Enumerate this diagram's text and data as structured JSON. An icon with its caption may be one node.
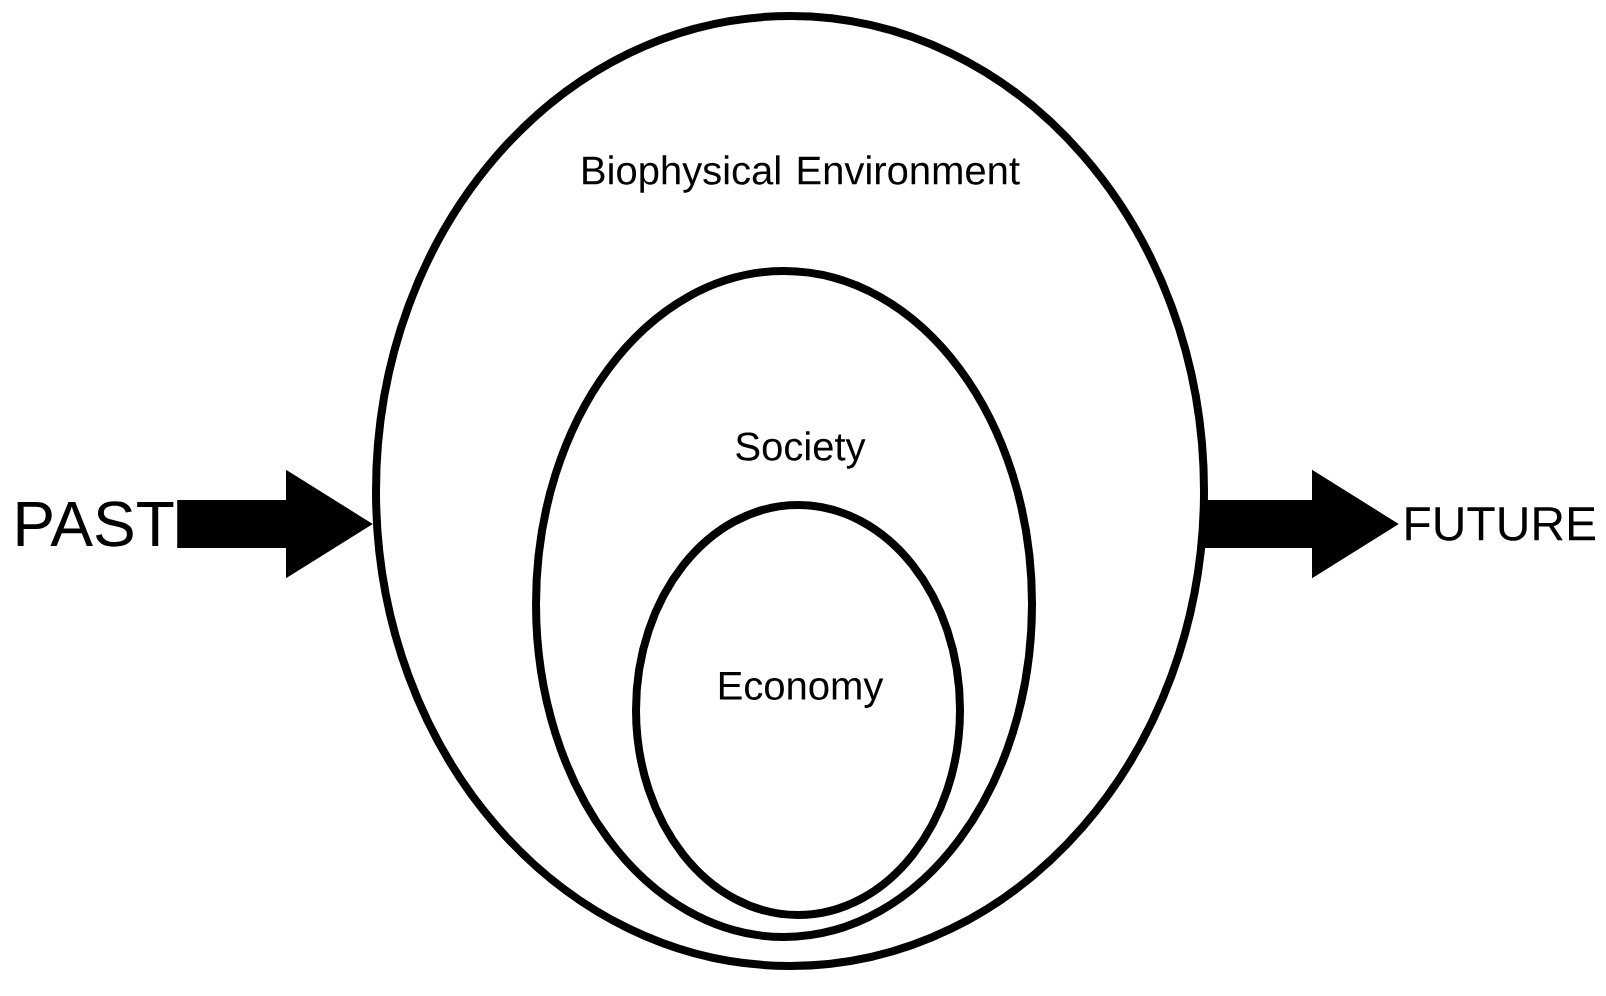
{
  "diagram": {
    "nodes": [
      {
        "text": [
          "PAST"
        ]
      },
      {
        "text": [
          "Biophysical Environment"
        ]
      },
      {
        "text": [
          "Society"
        ],
        "in": 1
      },
      {
        "text": [
          "Economy"
        ],
        "in": 2
      },
      {
        "text": [
          "FUTURE"
        ]
      }
    ],
    "edges": [
      {
        "from": 0,
        "to": 1,
        "arrow": "to"
      },
      {
        "from": 1,
        "to": 4,
        "arrow": "to"
      }
    ]
  }
}
